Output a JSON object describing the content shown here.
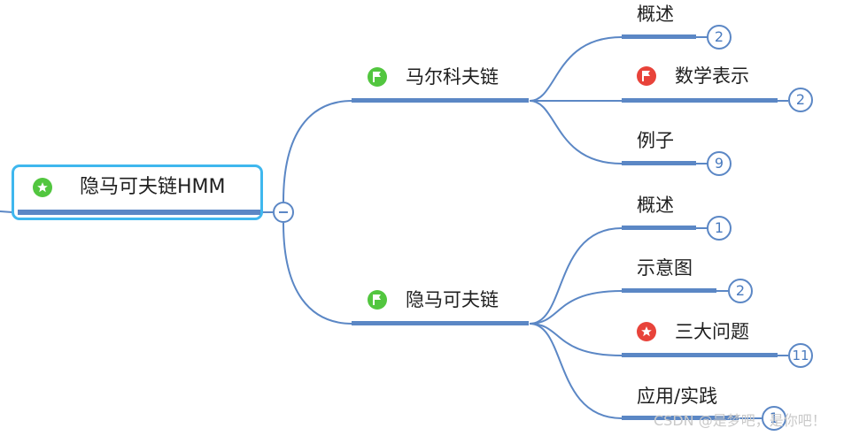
{
  "root": {
    "label": "隐马可夫链HMM",
    "icon": "star-icon",
    "icon_color": "#52c63f"
  },
  "branches": [
    {
      "label": "马尔科夫链",
      "icon": "flag-icon",
      "icon_color": "#52c63f",
      "children": [
        {
          "label": "概述",
          "count": "2"
        },
        {
          "label": "数学表示",
          "count": "2",
          "icon": "flag-icon",
          "icon_color": "#e8433a"
        },
        {
          "label": "例子",
          "count": "9"
        }
      ]
    },
    {
      "label": "隐马可夫链",
      "icon": "flag-icon",
      "icon_color": "#52c63f",
      "children": [
        {
          "label": "概述",
          "count": "1"
        },
        {
          "label": "示意图",
          "count": "2"
        },
        {
          "label": "三大问题",
          "count": "11",
          "icon": "star-icon",
          "icon_color": "#e8433a"
        },
        {
          "label": "应用/实践",
          "count": "1"
        }
      ]
    }
  ],
  "watermark": "CSDN @是梦吧，是你吧！",
  "colors": {
    "line": "#5b87c5",
    "root_border": "#3fb7ee"
  }
}
